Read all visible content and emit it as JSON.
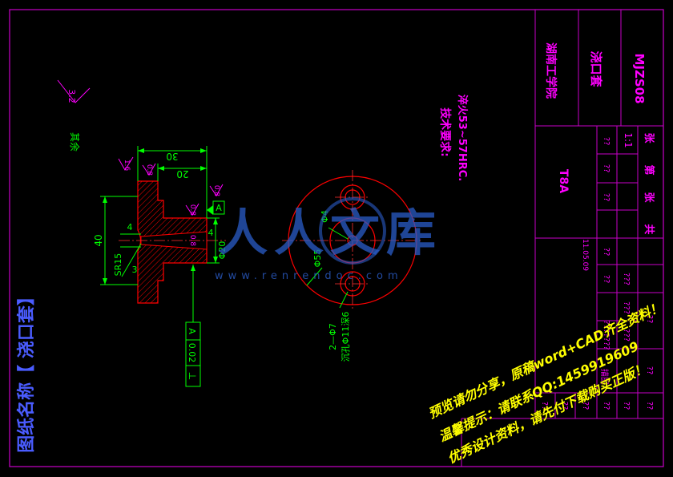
{
  "colors": {
    "background": "#000000",
    "frame": "#c800c8",
    "part_outline": "#ff0000",
    "dimension": "#00ff00",
    "annotation": "#ff00ff",
    "watermark": "#2a5cc8",
    "notice": "#ffff00",
    "side_title": "#4a5cff"
  },
  "side_title": "图纸名称【 浇口套】",
  "title_block": {
    "school": "湖南工学院",
    "part_name": "浇口套",
    "drawing_no": "MJZS08",
    "material": "T8A",
    "scale": "1:1",
    "sheet_total_prefix": "共",
    "sheet_total_suffix": "张",
    "sheet_index_prefix": "第",
    "sheet_index_suffix": "张",
    "date": "11.05.09",
    "tracer_label": "描图",
    "cells": [
      "??",
      "??",
      "??",
      "??",
      "??",
      "???",
      "???",
      "???",
      "???????",
      "??",
      "??",
      "??",
      "??",
      "??",
      "??",
      "??",
      "??"
    ]
  },
  "tech_requirements": {
    "heading": "技术要求:",
    "items": [
      "淬火53~57HRC."
    ]
  },
  "roughness": {
    "general_label": "其余",
    "general_value": "3.2",
    "marks": [
      "1.6",
      "0.8",
      "0.8",
      "0.8",
      "0.8"
    ]
  },
  "dimensions": {
    "overall_length": "30",
    "shank_length": "20",
    "height": "40",
    "sphere_radius": "SR15",
    "recess_depth": "4",
    "flange_offset": "3",
    "hole_dim": "4",
    "shank_diameter": "Φ20",
    "sprue_diameter": "Φ4",
    "flange_diameter": "Φ55",
    "screw_holes": "2—Φ7",
    "counterbore": "沉孔Φ11深6"
  },
  "datum_label": "A",
  "tolerance": {
    "symbol": "⊥",
    "value": "0.02",
    "datum": "A"
  },
  "watermark": {
    "brand": "人人文库",
    "url": "www.renrendoc.com",
    "notices": [
      "预览请勿分享，原稿word+CAD齐全资料！",
      "温馨提示：请联系QQ:1459919609",
      "优秀设计资料，请先付下载购买正版！"
    ]
  }
}
